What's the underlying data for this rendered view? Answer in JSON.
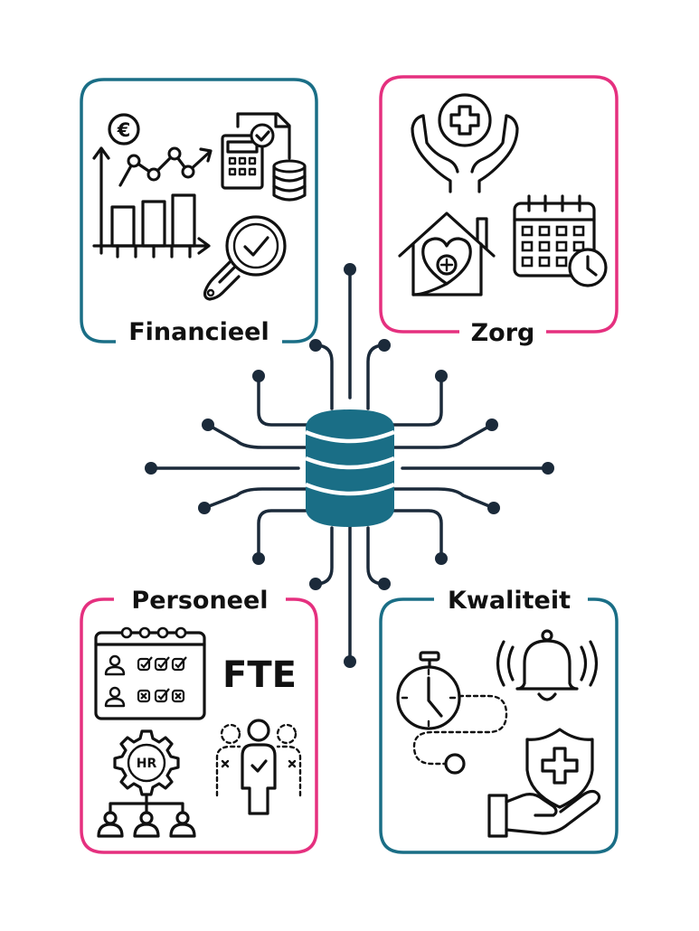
{
  "colors": {
    "teal": "#1a6e86",
    "pink": "#e5307f",
    "ink": "#111111",
    "trace": "#1b2a3a"
  },
  "boxes": {
    "financieel": {
      "label": "Financieel",
      "color": "#1a6e86"
    },
    "zorg": {
      "label": "Zorg",
      "color": "#e5307f"
    },
    "personeel": {
      "label": "Personeel",
      "color": "#e5307f"
    },
    "kwaliteit": {
      "label": "Kwaliteit",
      "color": "#1a6e86"
    }
  },
  "icons": {
    "financieel": [
      "euro-coin-icon",
      "line-graph-icon",
      "bar-chart-icon",
      "calculator-document-icon",
      "coin-stack-icon",
      "magnifier-check-icon"
    ],
    "zorg": [
      "hands-medical-cross-icon",
      "home-heart-icon",
      "calendar-clock-icon"
    ],
    "personeel": [
      "schedule-checklist-icon",
      "hr-gear-org-chart-icon",
      "team-selection-icon"
    ],
    "kwaliteit": [
      "stopwatch-path-icon",
      "alarm-bell-icon",
      "shield-hand-cross-icon"
    ]
  },
  "personeel_text": {
    "fte": "FTE",
    "hr": "HR"
  },
  "center": {
    "icon": "database-icon",
    "color": "#1a6e86"
  }
}
